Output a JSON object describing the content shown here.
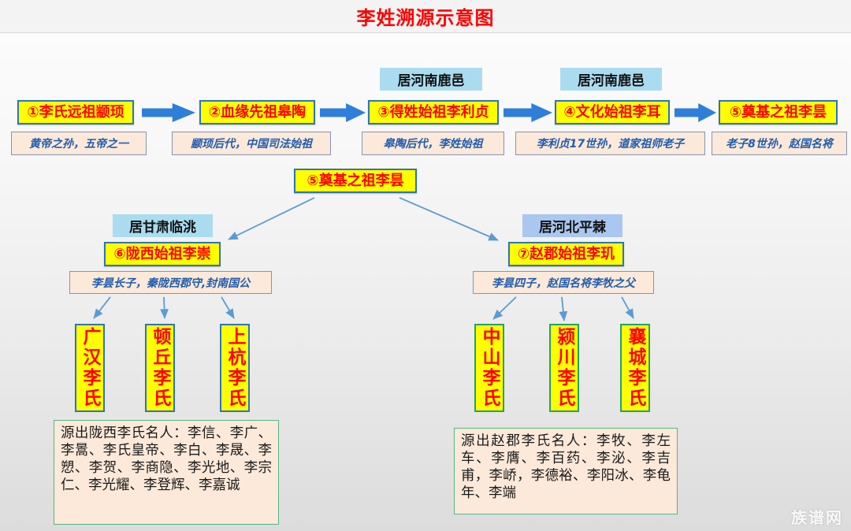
{
  "title": "李姓溯源示意图",
  "watermark": "族谱网",
  "colors": {
    "title_red": "#fe0000",
    "node_bg": "#ffff00",
    "node_text": "#ff0000",
    "node_border": "#2e75b6",
    "block_arrow_blue": "#2e7fd9",
    "thin_arrow_blue": "#5b9bd5",
    "residence_cyan": "#aadcf0",
    "residence_periwinkle": "#a9c7ef",
    "caption_bg": "#fde9d9",
    "caption_text_blue": "#1f5cb0",
    "caption_border": "#8496b0",
    "notables_border_green": "#52b788"
  },
  "chain": {
    "nodes": [
      {
        "label": "①李氏远祖颛顼",
        "caption": "黄帝之孙，五帝之一"
      },
      {
        "label": "②血缘先祖皋陶",
        "caption": "颛顼后代，中国司法始祖"
      },
      {
        "label": "③得姓始祖李利贞",
        "caption": "皋陶后代，李姓始祖",
        "residence": "居河南鹿邑"
      },
      {
        "label": "④文化始祖李耳",
        "caption": "李利贞17世孙，道家祖师老子",
        "residence": "居河南鹿邑"
      },
      {
        "label": "⑤奠基之祖李昙",
        "caption": "老子8世孙，赵国名将"
      }
    ]
  },
  "center_node": {
    "label": "⑤奠基之祖李昙"
  },
  "branches": {
    "left": {
      "residence": "居甘肃临洮",
      "node": "⑥陇西始祖李崇",
      "caption": "李昙长子，秦陇西郡守,封南国公",
      "clans": [
        "广汉李氏",
        "顿丘李氏",
        "上杭李氏"
      ],
      "notables": "源出陇西李氏名人：李信、李广、李暠、李氏皇帝、李白、李晟、李愬、李贺、李商隐、李光地、李宗仁、李光耀、李登辉、李嘉诚"
    },
    "right": {
      "residence": "居河北平棘",
      "node": "⑦赵郡始祖李玑",
      "caption": "李昙四子，赵国名将李牧之父",
      "clans": [
        "中山李氏",
        "颍川李氏",
        "襄城李氏"
      ],
      "notables": "源出赵郡李氏名人：李牧、李左车、李膺、李百药、李泌、李吉甫，李峤，李德裕、李阳冰、李龟年、李端"
    }
  }
}
